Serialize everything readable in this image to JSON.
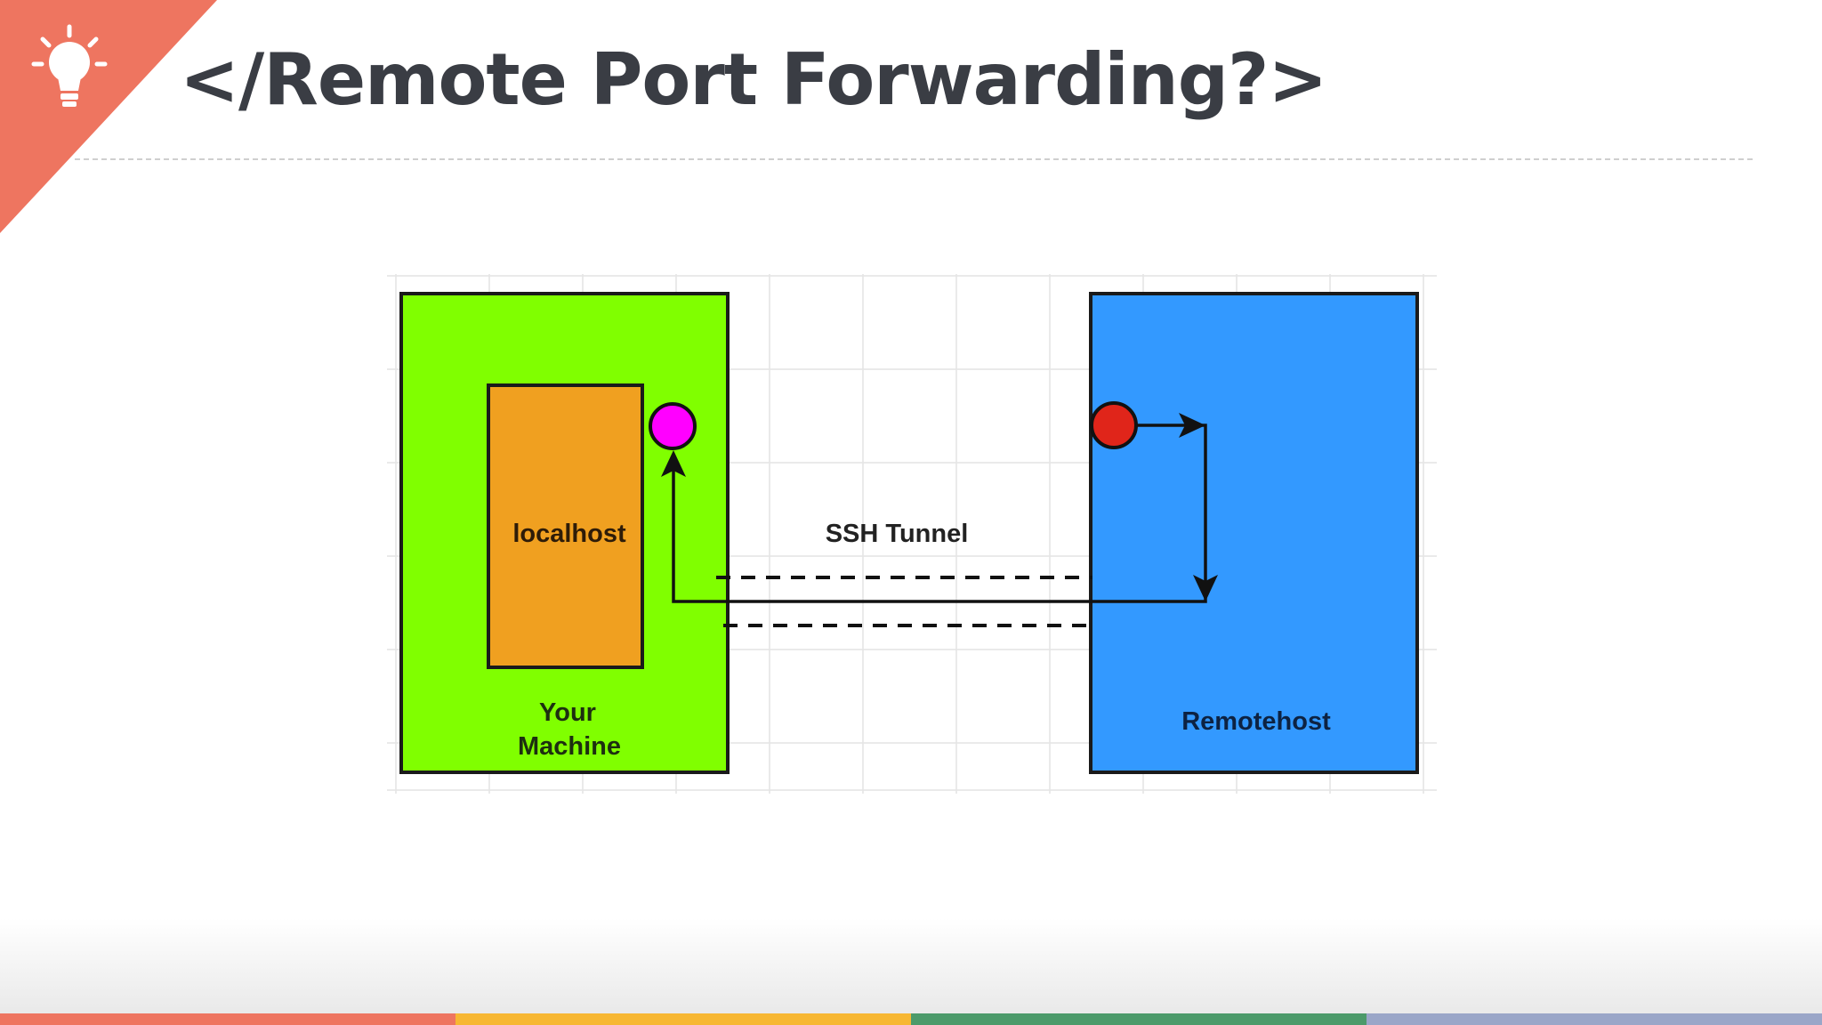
{
  "slide": {
    "title": "</Remote Port Forwarding?>",
    "accent_color": "#ee7560",
    "corner_icon": "lightbulb-icon"
  },
  "diagram": {
    "your_machine": {
      "label_line1": "Your",
      "label_line2": "Machine",
      "color": "#80ff00"
    },
    "localhost": {
      "label": "localhost",
      "color": "#f0a020"
    },
    "remotehost": {
      "label": "Remotehost",
      "color": "#3399ff"
    },
    "tunnel": {
      "label": "SSH Tunnel"
    },
    "local_port_color": "#ff00ff",
    "remote_port_color": "#e0251a"
  },
  "footer": {
    "stripe_colors": [
      "#ee7560",
      "#f7b733",
      "#4c9a6a",
      "#9aa6c8"
    ]
  }
}
